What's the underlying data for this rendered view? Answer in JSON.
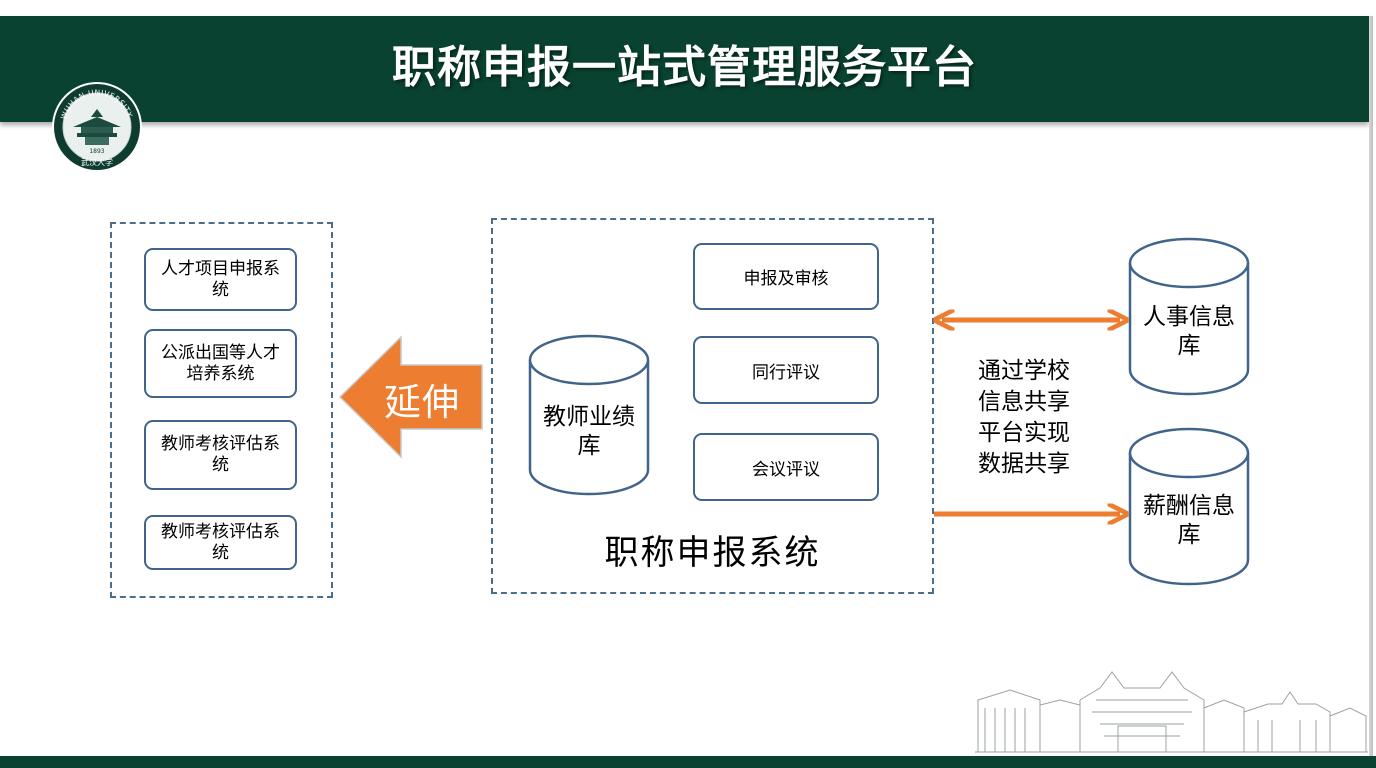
{
  "header": {
    "title": "职称申报一站式管理服务平台"
  },
  "logo": {
    "ring_text": "WUHAN UNIVERSITY",
    "year": "1893",
    "motto": "武汉大学"
  },
  "left_panel": {
    "items": [
      "人才项目申报系统",
      "公派出国等人才培养系统",
      "教师考核评估系统",
      "教师考核评估系统"
    ]
  },
  "extend_arrow": {
    "label": "延伸"
  },
  "center_panel": {
    "database": "教师业绩库",
    "modules": [
      "申报及审核",
      "同行评议",
      "会议评议"
    ],
    "system_label": "职称申报系统"
  },
  "share_note": "通过学校信息共享平台实现数据共享",
  "databases": {
    "hr": "人事信息库",
    "salary": "薪酬信息库"
  },
  "colors": {
    "header_bg": "#094230",
    "box_border": "#41648a",
    "dashed_border": "#4a6f8e",
    "arrow_orange": "#ed7d31"
  }
}
